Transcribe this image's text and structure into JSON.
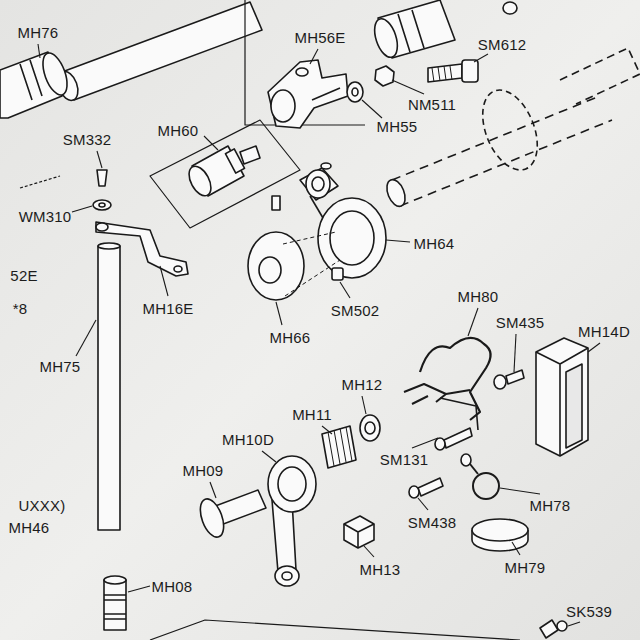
{
  "diagram": {
    "labels": [
      "MH76",
      "MH56E",
      "SM612",
      "SM332",
      "MH60",
      "NM511",
      "MH55",
      "WM310",
      "MH64",
      "52E",
      "*8",
      "MH16E",
      "SM502",
      "MH80",
      "SM435",
      "MH14D",
      "MH66",
      "MH75",
      "MH12",
      "MH11",
      "MH10D",
      "SM131",
      "MH09",
      "UXXX)",
      "MH78",
      "SM438",
      "MH46",
      "MH79",
      "MH13",
      "MH08",
      "SK539"
    ]
  }
}
